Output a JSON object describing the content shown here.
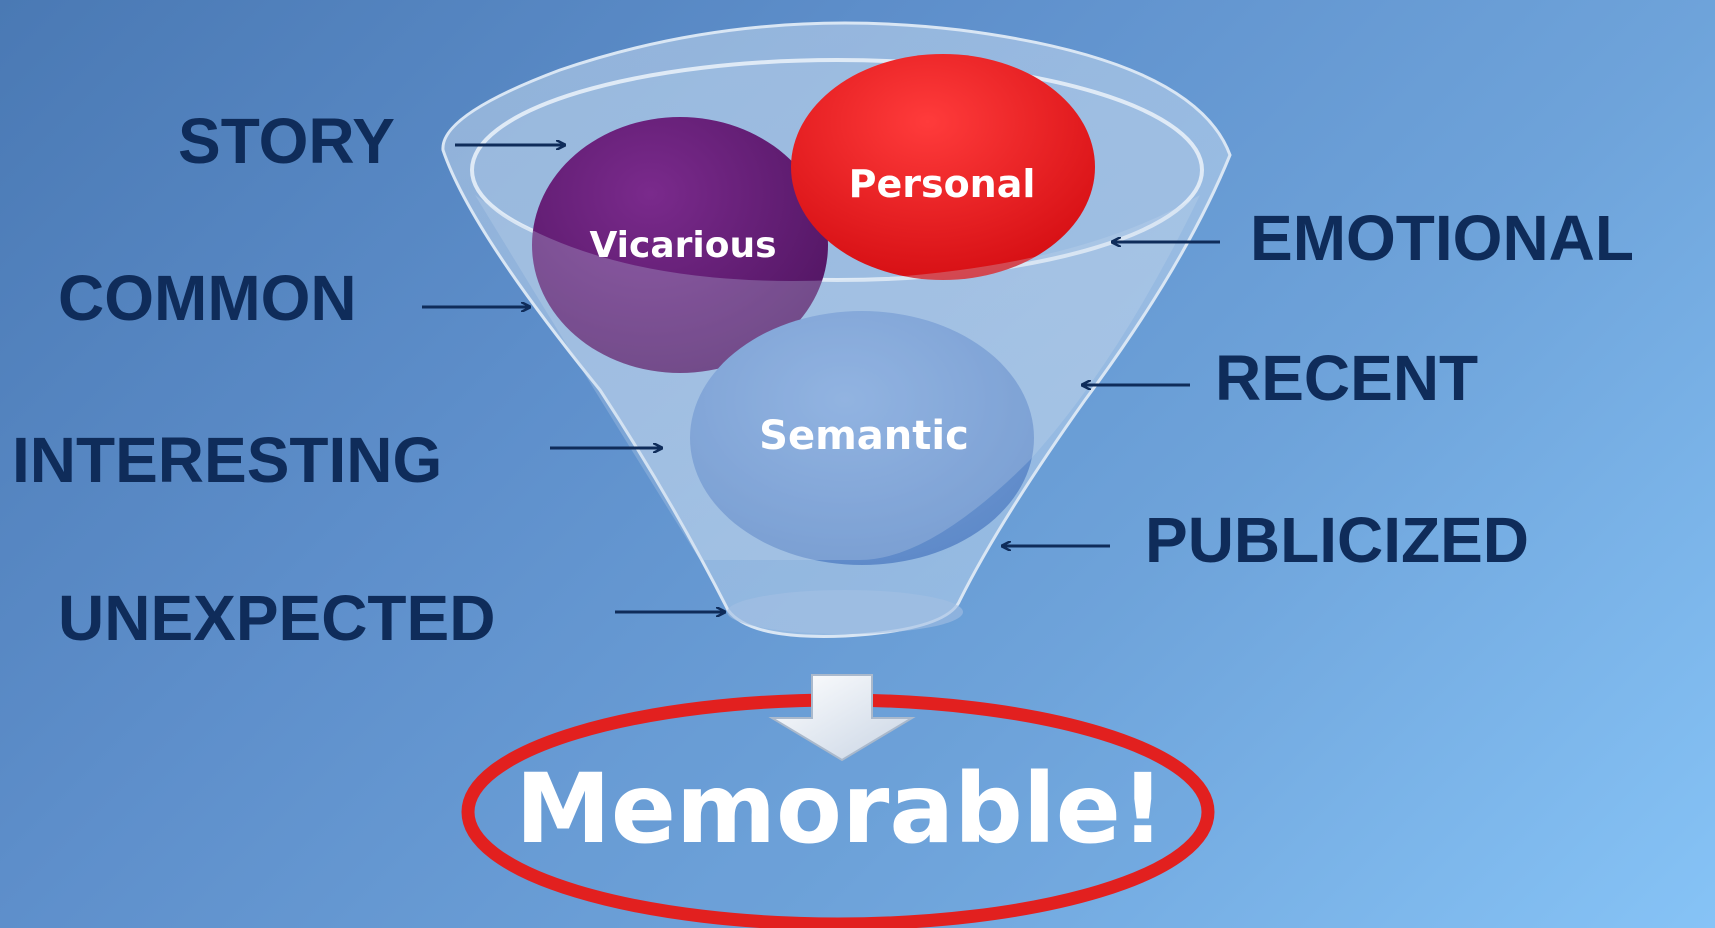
{
  "factors_left": {
    "story": "STORY",
    "common": "COMMON",
    "interesting": "INTERESTING",
    "unexpected": "UNEXPECTED"
  },
  "factors_right": {
    "emotional": "EMOTIONAL",
    "recent": "RECENT",
    "publicized": "PUBLICIZED"
  },
  "circles": {
    "vicarious": "Vicarious",
    "personal": "Personal",
    "semantic": "Semantic"
  },
  "result": "Memorable!",
  "colors": {
    "factor_text": "#0f2c5a",
    "vicarious": "#5e1a6e",
    "personal": "#e5151a",
    "semantic": "#6c97d2",
    "result_ring": "#e2201f"
  }
}
